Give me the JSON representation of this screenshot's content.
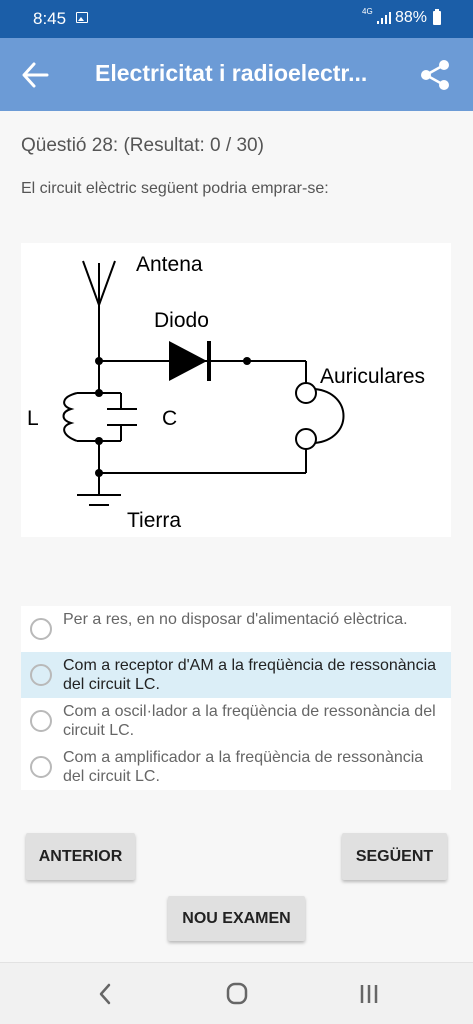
{
  "status_bar": {
    "time": "8:45",
    "network": "4G",
    "battery": "88%"
  },
  "app_bar": {
    "title": "Electricitat i radioelectr...",
    "back_icon": "arrow-left-icon",
    "share_icon": "share-icon"
  },
  "question": {
    "header": "Qüestió 28:  (Resultat: 0 / 30)",
    "text": "El circuit elèctric següent podria emprar-se:"
  },
  "diagram": {
    "labels": {
      "antenna": "Antena",
      "diode": "Diodo",
      "headphones": "Auriculares",
      "inductor": "L",
      "capacitor": "C",
      "ground": "Tierra"
    }
  },
  "answers": [
    {
      "label": "Per a res, en no disposar d'alimentació elèctrica.",
      "selected": false
    },
    {
      "label": "Com a receptor d'AM a la freqüència de ressonància del circuit LC.",
      "selected": true
    },
    {
      "label": "Com a oscil·lador a la freqüència de ressonància del circuit LC.",
      "selected": false
    },
    {
      "label": "Com a amplificador a la freqüència de ressonància del circuit LC.",
      "selected": false
    }
  ],
  "buttons": {
    "previous": "ANTERIOR",
    "next": "SEGÜENT",
    "new_exam": "NOU EXAMEN"
  },
  "colors": {
    "status_bar": "#1b5ea8",
    "app_bar": "#6c9bd6",
    "selected_answer": "#dbeef7"
  }
}
